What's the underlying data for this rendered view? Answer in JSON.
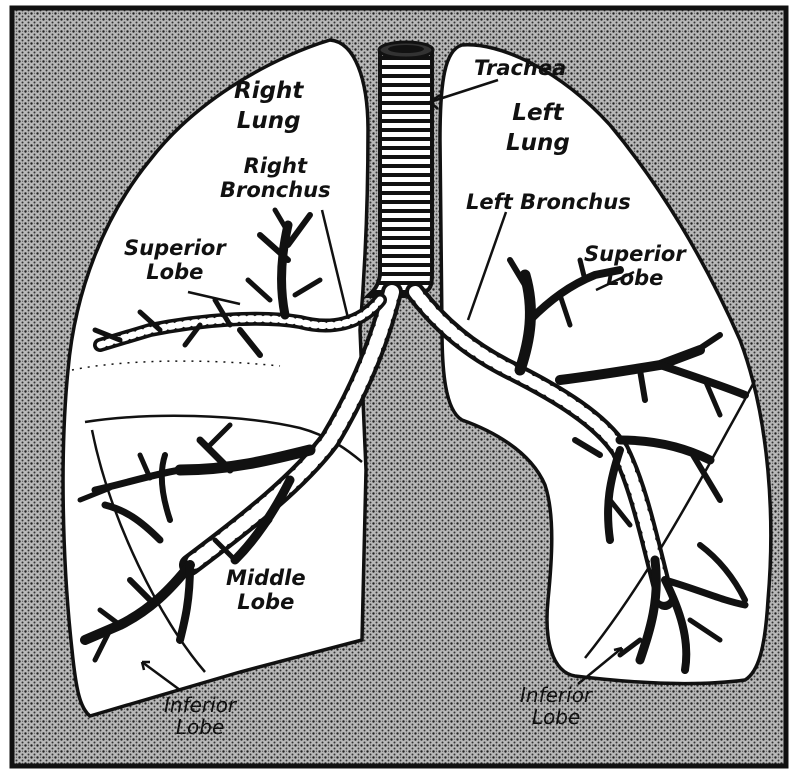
{
  "labels": {
    "right_lung": [
      "Right",
      "Lung"
    ],
    "left_lung": [
      "Left",
      "Lung"
    ],
    "trachea": "Trachea",
    "right_bronchus": [
      "Right",
      "Bronchus"
    ],
    "left_bronchus": "Left Bronchus",
    "superior_lobe_right": [
      "Superior",
      "Lobe"
    ],
    "superior_lobe_left": [
      "Superior",
      "Lobe"
    ],
    "middle_lobe": [
      "Middle",
      "Lobe"
    ],
    "inferior_lobe_right": [
      "Inferior",
      "Lobe"
    ],
    "inferior_lobe_left": [
      "Inferior",
      "Lobe"
    ]
  },
  "colors": {
    "background_stipple": "#8c8c8c",
    "lung_fill": "#ffffff",
    "ink": "#111111"
  }
}
